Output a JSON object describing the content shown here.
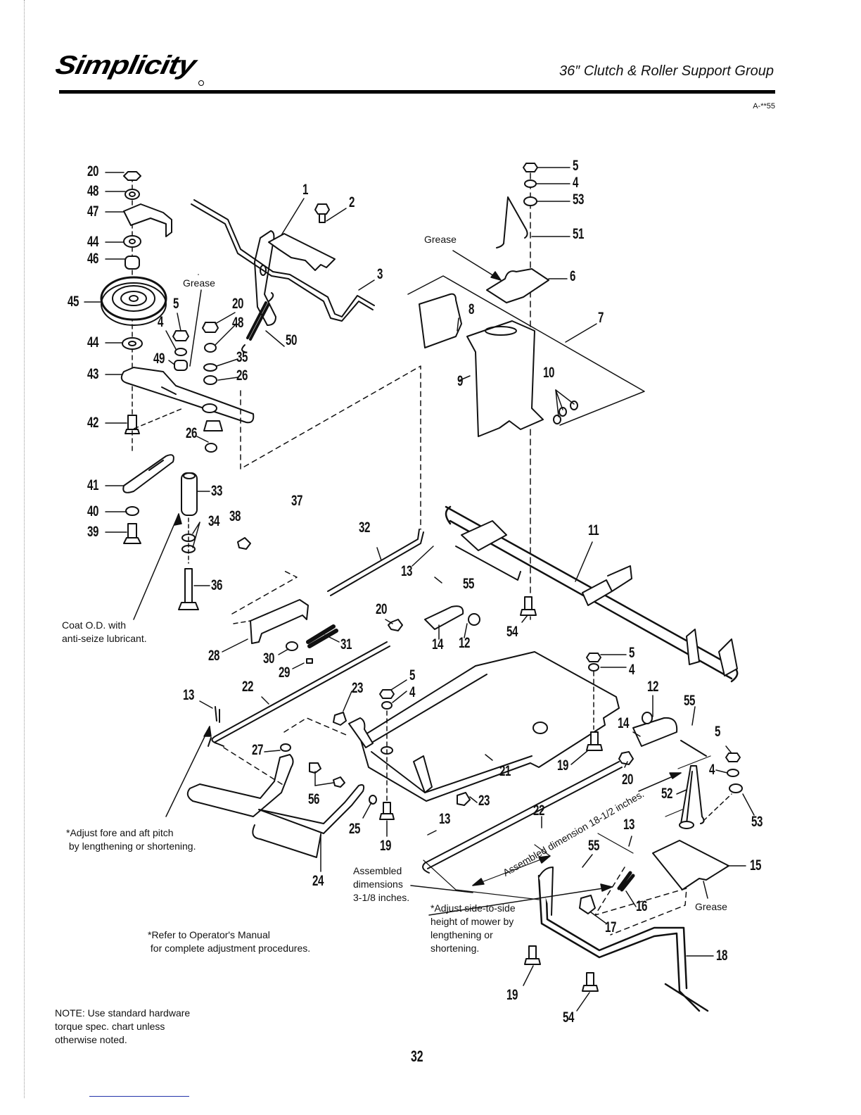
{
  "header": {
    "brand": "Simplicity",
    "title": "36″ Clutch & Roller Support Group",
    "code": "A-**55"
  },
  "notes": {
    "grease_1": "Grease",
    "grease_2": "Grease",
    "grease_3": "Grease",
    "coat": "Coat O.D. with\nanti-seize lubricant.",
    "fore_aft": "*Adjust fore and aft pitch\n by lengthening or shortening.",
    "assembled_short": "Assembled\ndimensions\n3-1/8 inches.",
    "side_to_side": "*Adjust side-to-side\nheight of mower by\nlengthening or\nshortening.",
    "assembled_long": "Assembled dimension  18-1/2 inches.",
    "refer": "*Refer to Operator's Manual\n for complete adjustment procedures.",
    "torque": "NOTE: Use standard hardware\ntorque spec. chart unless\notherwise noted."
  },
  "callouts": {
    "c20a": "20",
    "c48a": "48",
    "c47": "47",
    "c44a": "44",
    "c46": "46",
    "c45": "45",
    "c44b": "44",
    "c43": "43",
    "c42": "42",
    "c41": "41",
    "c40": "40",
    "c39": "39",
    "c33": "33",
    "c34": "34",
    "c36": "36",
    "c38": "38",
    "c37": "37",
    "c1": "1",
    "c2": "2",
    "c3": "3",
    "c5a": "5",
    "c4a": "4",
    "c49": "49",
    "c20b": "20",
    "c48b": "48",
    "c35": "35",
    "c26a": "26",
    "c26b": "26",
    "c50": "50",
    "c5b": "5",
    "c4b": "4",
    "c53a": "53",
    "c51": "51",
    "c6": "6",
    "c7": "7",
    "c8": "8",
    "c9": "9",
    "c10": "10",
    "c11": "11",
    "c32": "32",
    "c13a": "13",
    "c55a": "55",
    "c54a": "54",
    "c20c": "20",
    "c14a": "14",
    "c12a": "12",
    "c28": "28",
    "c30": "30",
    "c29": "29",
    "c31": "31",
    "c22a": "22",
    "c13b": "13",
    "c23a": "23",
    "c5c": "5",
    "c4c": "4",
    "c27": "27",
    "c56": "56",
    "c25": "25",
    "c24": "24",
    "c19a": "19",
    "c21": "21",
    "c23b": "23",
    "c19b": "19",
    "c5d": "5",
    "c4d": "4",
    "c12b": "12",
    "c55b": "55",
    "c14b": "14",
    "c20d": "20",
    "c5e": "5",
    "c4e": "4",
    "c52": "52",
    "c53b": "53",
    "c13c": "13",
    "c22b": "22",
    "c13d": "13",
    "c55c": "55",
    "c15": "15",
    "c16": "16",
    "c17": "17",
    "c18": "18",
    "c19c": "19",
    "c54b": "54"
  },
  "page_number": "32"
}
